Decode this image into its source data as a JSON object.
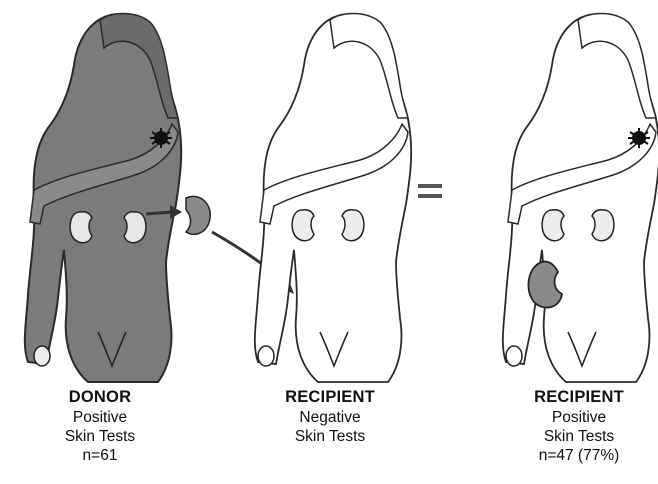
{
  "panels": [
    {
      "role": "DONOR",
      "line1": "Positive",
      "line2": "Skin Tests",
      "count": "n=61"
    },
    {
      "role": "RECIPIENT",
      "line1": "Negative",
      "line2": "Skin Tests",
      "count": ""
    },
    {
      "role": "RECIPIENT",
      "line1": "Positive",
      "line2": "Skin Tests",
      "count": "n=47 (77%)"
    }
  ],
  "operator": "=",
  "colors": {
    "donor_fill": "#7d7d7d",
    "outline": "#2a2a2a",
    "kidney_fill": "#e8e8e8",
    "transplant_kidney_fill": "#8a8a8a",
    "lesion": "#111111"
  }
}
